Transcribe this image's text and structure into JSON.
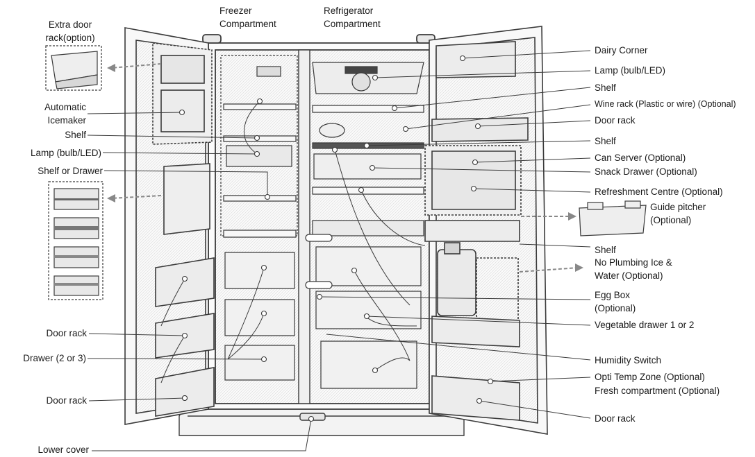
{
  "labels": {
    "freezer_compartment_1": "Freezer",
    "freezer_compartment_2": "Compartment",
    "refrigerator_compartment_1": "Refrigerator",
    "refrigerator_compartment_2": "Compartment",
    "extra_door_rack_1": "Extra door",
    "extra_door_rack_2": "rack(option)",
    "automatic_icemaker_1": "Automatic",
    "automatic_icemaker_2": "Icemaker",
    "shelf_left": "Shelf",
    "lamp_left": "Lamp (bulb/LED)",
    "shelf_or_drawer": "Shelf or Drawer",
    "door_rack_left_1": "Door rack",
    "drawer_2_or_3": "Drawer (2 or 3)",
    "door_rack_left_2": "Door rack",
    "lower_cover": "Lower cover",
    "dairy_corner": "Dairy Corner",
    "lamp_right": "Lamp (bulb/LED)",
    "shelf_right_1": "Shelf",
    "wine_rack": "Wine rack (Plastic or wire) (Optional)",
    "door_rack_right_1": "Door rack",
    "shelf_right_2": "Shelf",
    "can_server": "Can Server (Optional)",
    "snack_drawer": "Snack Drawer (Optional)",
    "refreshment_centre": "Refreshment Centre (Optional)",
    "guide_pitcher_1": "Guide pitcher",
    "guide_pitcher_2": "(Optional)",
    "shelf_right_3": "Shelf",
    "no_plumbing_1": "No Plumbing Ice &",
    "no_plumbing_2": "Water (Optional)",
    "egg_box_1": "Egg Box",
    "egg_box_2": "(Optional)",
    "vegetable_drawer": "Vegetable drawer 1 or 2",
    "humidity_switch": "Humidity Switch",
    "opti_temp_zone": "Opti Temp Zone (Optional)",
    "fresh_compartment": "Fresh compartment (Optional)",
    "door_rack_right_2": "Door rack"
  },
  "colors": {
    "line": "#3a3a3a",
    "fill": "#f2f2f2",
    "shade": "#cfcfcf",
    "text": "#1a1a1a"
  }
}
